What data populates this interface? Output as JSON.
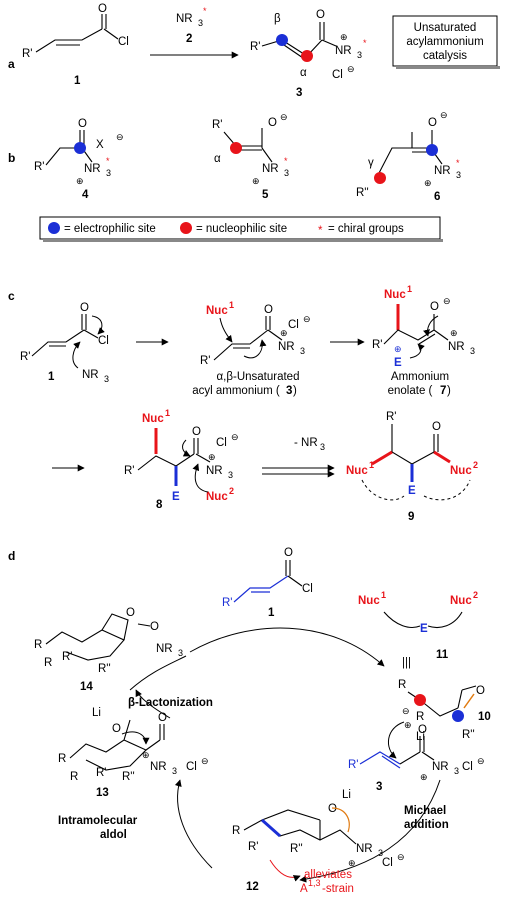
{
  "colors": {
    "electrophile": "#1b2fd6",
    "nucleophile": "#e8141a",
    "bond": "#000000"
  },
  "panels": {
    "a": "a",
    "b": "b",
    "c": "c",
    "d": "d"
  },
  "atoms": {
    "R": "R",
    "Rp": "R'",
    "Rpp": "R''",
    "O": "O",
    "Ominus": "O",
    "Cl": "Cl",
    "X": "X",
    "NR3": "NR",
    "three": "3",
    "Li": "Li",
    "E": "E",
    "beta": "β",
    "alpha": "α",
    "gamma": "γ",
    "star": "*",
    "plus": "⊕",
    "minus": "⊖",
    "Nuc": "Nuc",
    "one": "1",
    "two": "2"
  },
  "labels": {
    "box_line1": "Unsaturated",
    "box_line2": "acylammonium",
    "box_line3": "catalysis",
    "legend_electrophilic": "= electrophilic site",
    "legend_nucleophilic": "= nucleophilic site",
    "legend_chiral": "= chiral groups",
    "ab_unsat_line1": "α,β-Unsaturated",
    "ab_unsat_line2": "acyl ammonium (",
    "ab_unsat_num": "3",
    "ammonium_line1": "Ammonium",
    "ammonium_line2": "enolate (",
    "ammonium_num": "7",
    "close_paren": ")",
    "minus_nr3": "- NR",
    "beta_lactonization": "β-Lactonization",
    "michael_line1": "Michael",
    "michael_line2": "addition",
    "intramolecular_line1": "Intramolecular",
    "intramolecular_line2": "aldol",
    "alleviates_line1": "alleviates",
    "alleviates_line2": "A",
    "alleviates_sup": "1,3",
    "alleviates_tail": "-strain",
    "equiv": "|||"
  },
  "compounds": {
    "c1": "1",
    "c2": "2",
    "c3": "3",
    "c4": "4",
    "c5": "5",
    "c6": "6",
    "c8": "8",
    "c9": "9",
    "c10": "10",
    "c11": "11",
    "c12": "12",
    "c13": "13",
    "c14": "14"
  }
}
